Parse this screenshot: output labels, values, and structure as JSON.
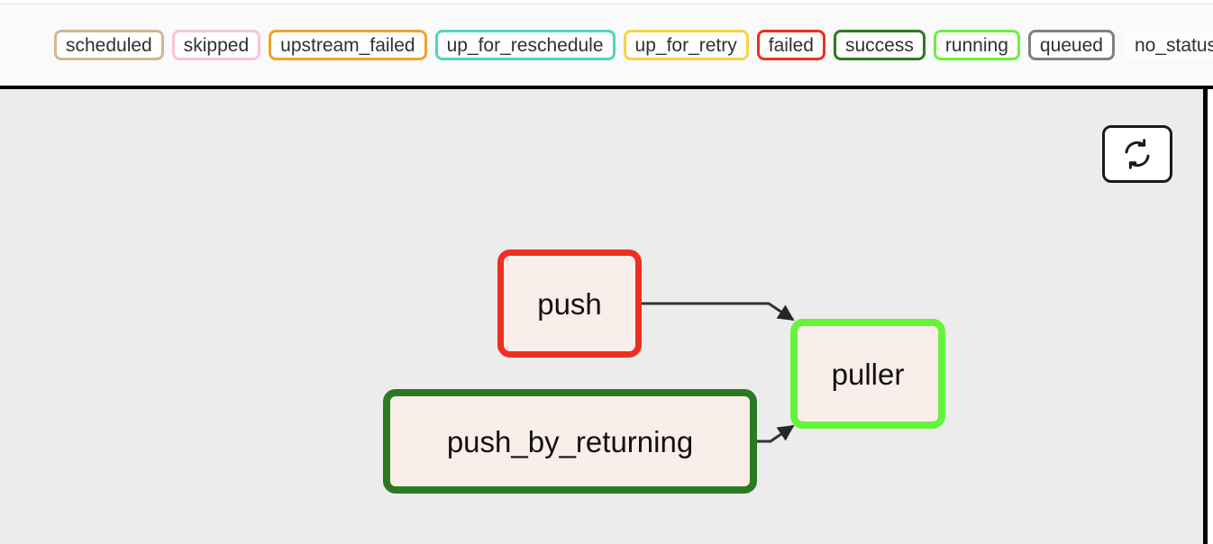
{
  "legend": {
    "name": "task-state-legend",
    "items": [
      {
        "label": "scheduled",
        "border": "#d4b68f",
        "fill": "#ffffff",
        "text": "#303030"
      },
      {
        "label": "skipped",
        "border": "#f7c6d5",
        "fill": "#ffffff",
        "text": "#303030"
      },
      {
        "label": "upstream_failed",
        "border": "#f0a22e",
        "fill": "#ffffff",
        "text": "#303030"
      },
      {
        "label": "up_for_reschedule",
        "border": "#4fd6c0",
        "fill": "#ffffff",
        "text": "#303030"
      },
      {
        "label": "up_for_retry",
        "border": "#f7d344",
        "fill": "#ffffff",
        "text": "#303030"
      },
      {
        "label": "failed",
        "border": "#ed2f21",
        "fill": "#ffffff",
        "text": "#303030"
      },
      {
        "label": "success",
        "border": "#2b7a21",
        "fill": "#ffffff",
        "text": "#303030"
      },
      {
        "label": "running",
        "border": "#66f43a",
        "fill": "#ffffff",
        "text": "#303030"
      },
      {
        "label": "queued",
        "border": "#808080",
        "fill": "#ffffff",
        "text": "#303030"
      },
      {
        "label": "no_status",
        "border": "#fbfbfb",
        "fill": "#fdfdfd",
        "text": "#303030"
      }
    ]
  },
  "toolbar": {
    "refresh": {
      "icon": "refresh-icon",
      "title": "Refresh"
    }
  },
  "graph": {
    "background": "#ececec",
    "node_fill": "#faeeea",
    "edge_color": "#333333",
    "nodes": [
      {
        "id": "push",
        "label": "push",
        "state": "failed",
        "border": "#ed2f21"
      },
      {
        "id": "puller",
        "label": "puller",
        "state": "running",
        "border": "#66f43a"
      },
      {
        "id": "push_by_returning",
        "label": "push_by_returning",
        "state": "success",
        "border": "#2b7a21"
      }
    ],
    "edges": [
      {
        "from": "push",
        "to": "puller"
      },
      {
        "from": "push_by_returning",
        "to": "puller"
      }
    ]
  }
}
